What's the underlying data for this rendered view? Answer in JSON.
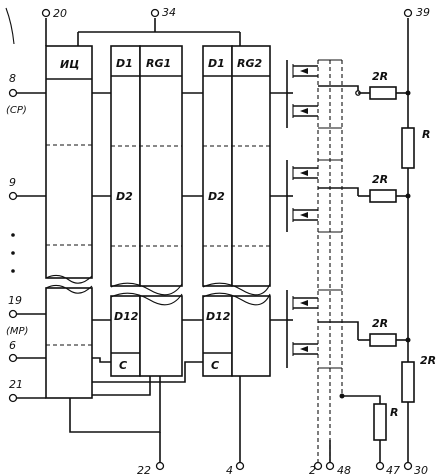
{
  "pins": {
    "p20": "20",
    "p34": "34",
    "p39": "39",
    "p8": "8",
    "p8_sub": "(СР)",
    "p9": "9",
    "p19": "19",
    "p19_sub": "(МР)",
    "p6": "6",
    "p21": "21",
    "p22": "22",
    "p4": "4",
    "p2": "2",
    "p48": "48",
    "p47": "47",
    "p30": "30"
  },
  "blocks": {
    "iu_label": "ИЦ",
    "d1_label": "D1",
    "rg1_label": "RG1",
    "d2_label": "D2",
    "d12_label": "D12",
    "c_label": "C",
    "rg2_label": "RG2"
  },
  "resistors": {
    "r2r": "2R",
    "r": "R"
  }
}
